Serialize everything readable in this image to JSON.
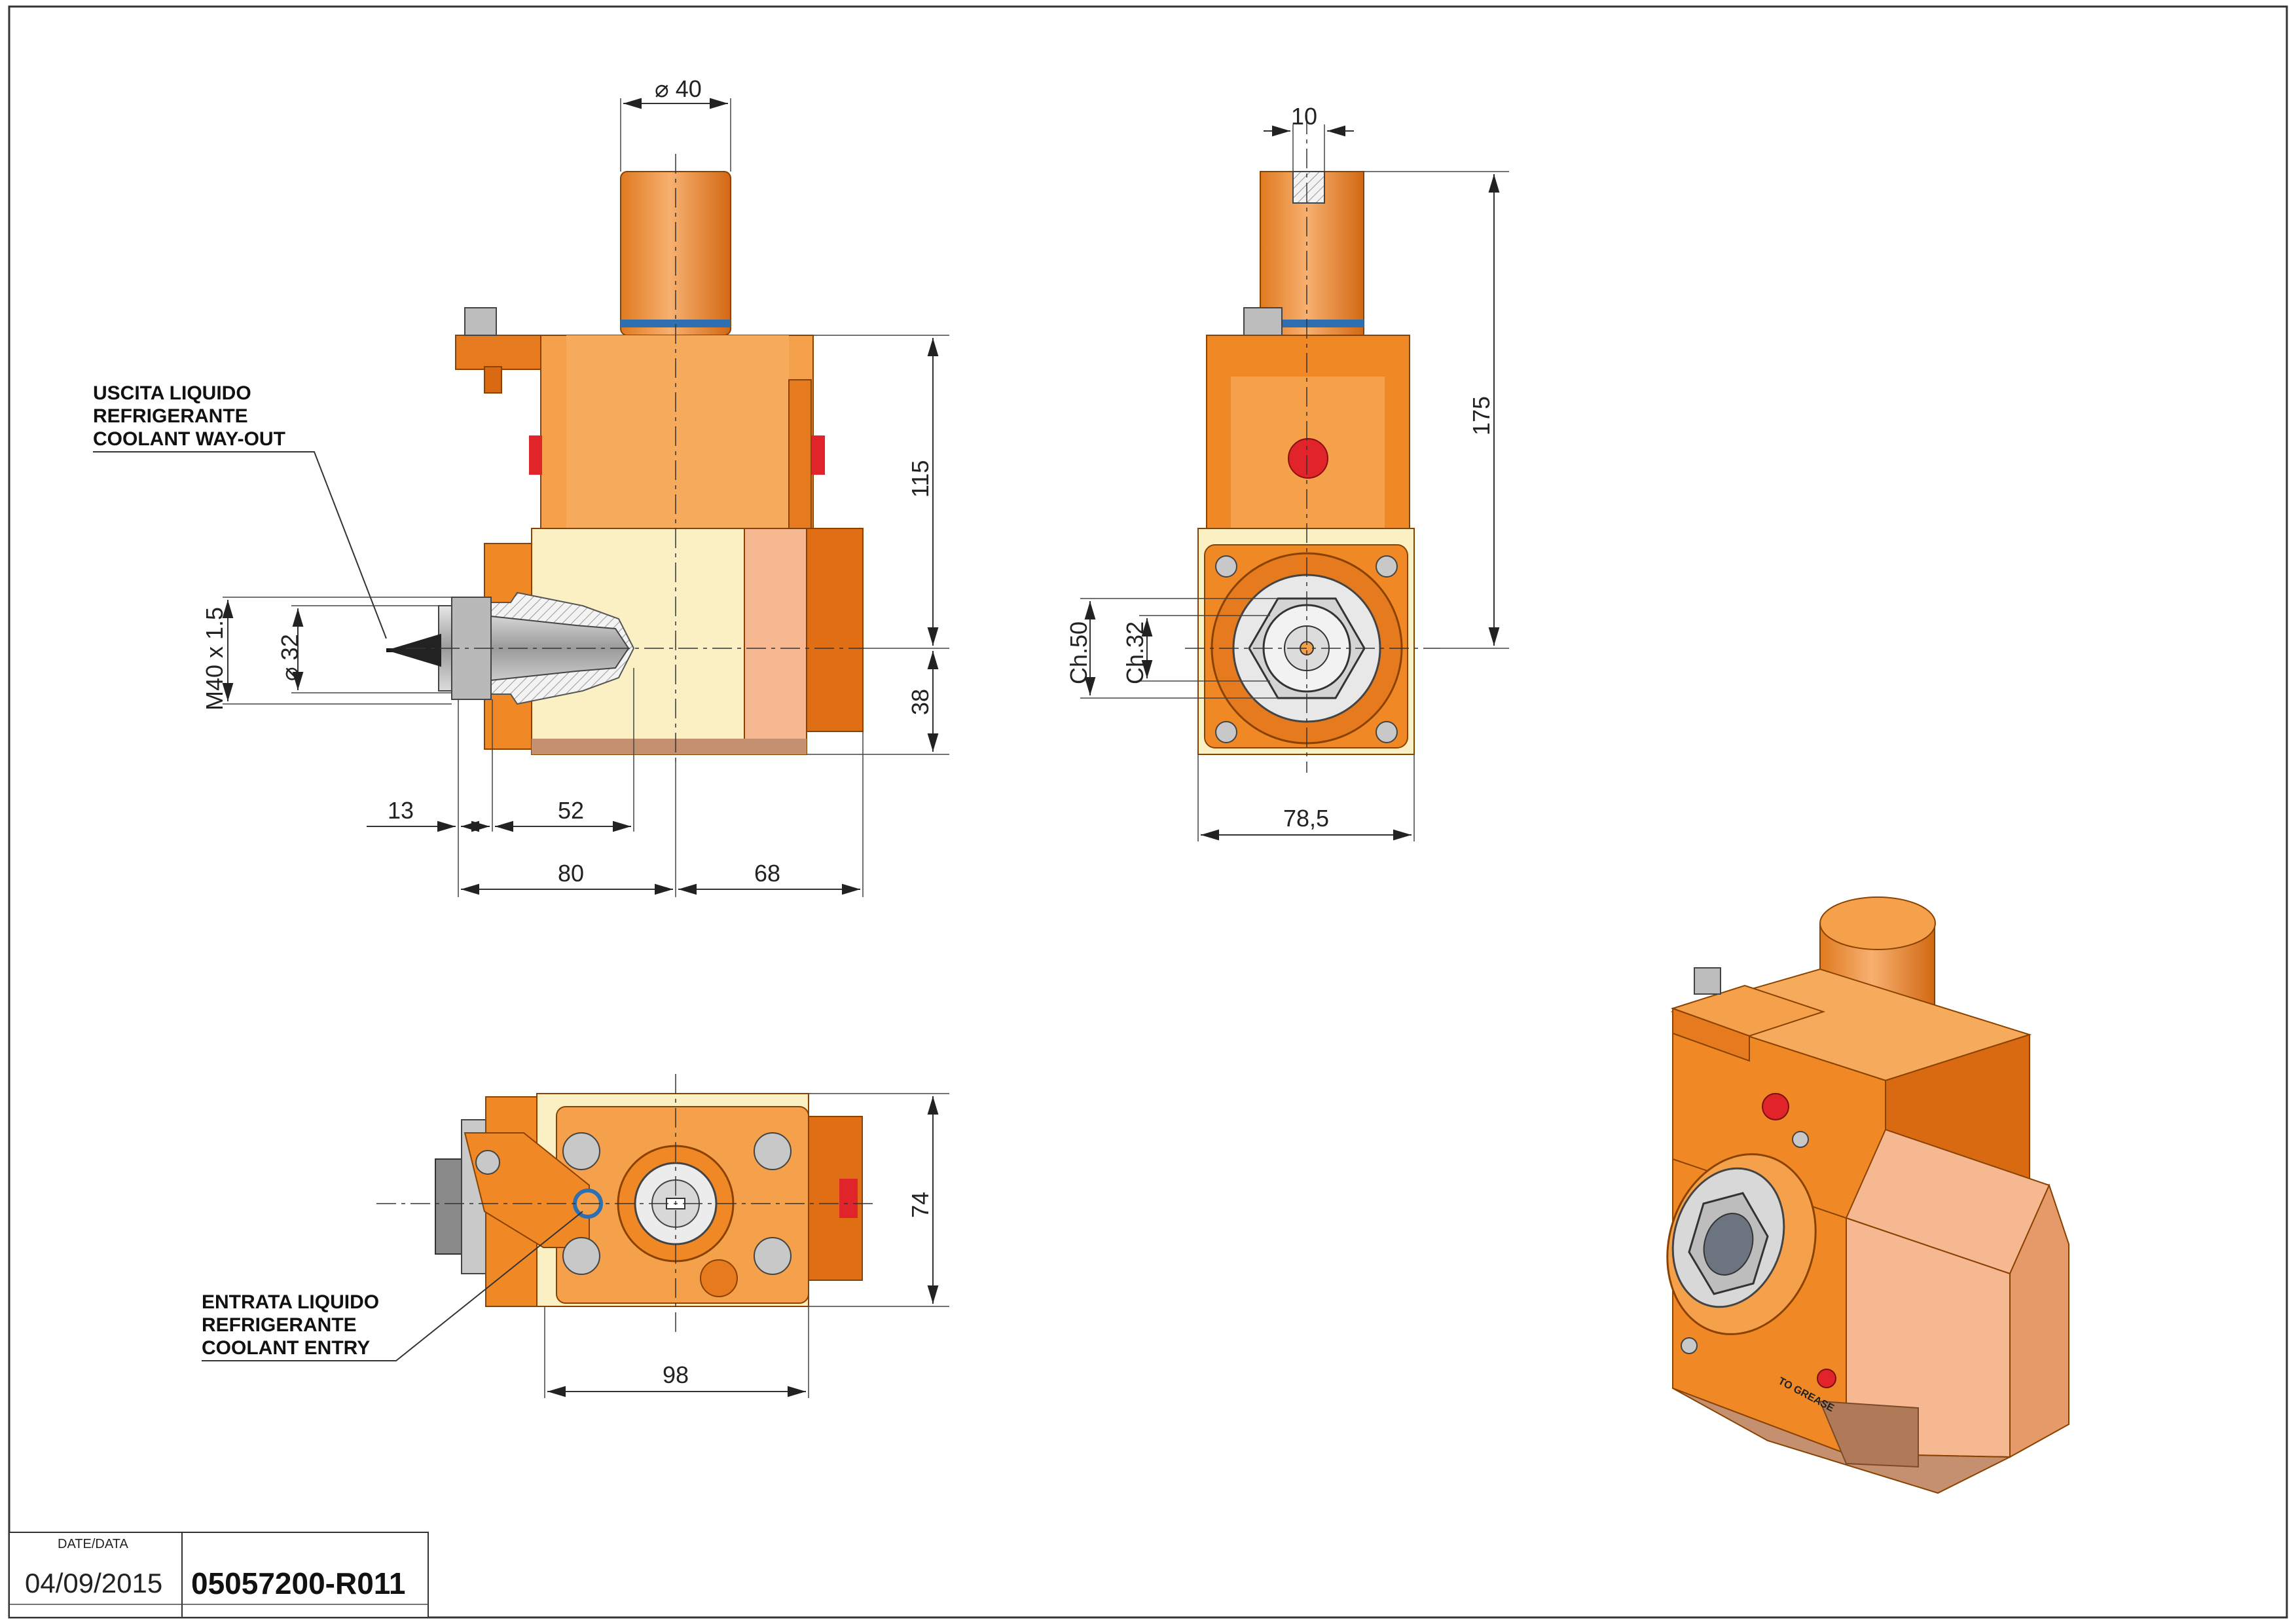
{
  "front_view": {
    "dim_bore": "40",
    "dim_height_upper": "115",
    "dim_height_lower": "38",
    "dim_thread": "M40 x 1.5",
    "dim_bore_small": "32",
    "dim_13": "13",
    "dim_52": "52",
    "dim_80": "80",
    "dim_68": "68",
    "coolant_out_label": [
      "USCITA LIQUIDO",
      "REFRIGERANTE",
      "COOLANT WAY-OUT"
    ]
  },
  "side_view": {
    "dim_key": "10",
    "dim_total_height": "175",
    "dim_ch50": "Ch.50",
    "dim_ch32": "Ch.32",
    "dim_width": "78,5"
  },
  "top_view": {
    "dim_depth": "74",
    "dim_width": "98",
    "coolant_in_label": [
      "ENTRATA LIQUIDO",
      "REFRIGERANTE",
      "COOLANT ENTRY"
    ]
  },
  "iso_view": {
    "grease_label": "TO GREASE"
  },
  "title_block": {
    "date_label": "DATE/DATA",
    "date_value": "04/09/2015",
    "drawing_code": "05057200-R011"
  },
  "colors": {
    "body_orange": "#f0882a",
    "dark_orange": "#d96a12",
    "light_orange": "#f5a95a",
    "cream": "#fbf0c4",
    "salmon": "#f6b890",
    "blue_seal": "#2d6fb0",
    "red_plug": "#e0242a"
  }
}
